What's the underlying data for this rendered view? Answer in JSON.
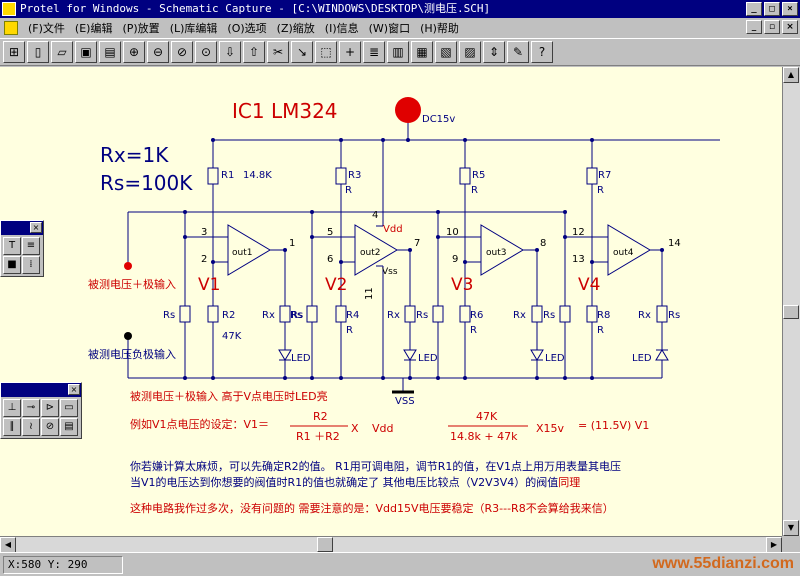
{
  "window": {
    "title": "Protel for Windows - Schematic Capture - [C:\\WINDOWS\\DESKTOP\\测电压.SCH]"
  },
  "menu": [
    {
      "label": "(F)文件"
    },
    {
      "label": "(E)编辑"
    },
    {
      "label": "(P)放置"
    },
    {
      "label": "(L)库编辑"
    },
    {
      "label": "(O)选项"
    },
    {
      "label": "(Z)缩放"
    },
    {
      "label": "(I)信息"
    },
    {
      "label": "(W)窗口"
    },
    {
      "label": "(H)帮助"
    }
  ],
  "status": {
    "coords": "X:580  Y: 290"
  },
  "watermark": "www.55dianzi.com",
  "schematic": {
    "ic_title": "IC1 LM324",
    "power_label": "DC15v",
    "rx_note": "Rx=1K",
    "rs_note": "Rs=100K",
    "vdd": "Vdd",
    "vss": "Vss",
    "vss_bottom": "VSS",
    "input_plus": "被测电压＋极输入",
    "input_minus": "被测电压负极输入",
    "r1": "R1",
    "r1_val": "14.8K",
    "r2": "R2",
    "r2_val": "47K",
    "r3": "R3",
    "r4": "R4",
    "r5": "R5",
    "r6": "R6",
    "r7": "R7",
    "r8": "R8",
    "r": "R",
    "rs": "Rs",
    "rx": "Rx",
    "led": "LED",
    "v1": "V1",
    "v2": "V2",
    "v3": "V3",
    "v4": "V4",
    "out1": "out1",
    "out2": "out2",
    "out3": "out3",
    "out4": "out4",
    "pins": [
      "3",
      "2",
      "1",
      "5",
      "6",
      "7",
      "4",
      "11",
      "10",
      "9",
      "8",
      "12",
      "13",
      "14"
    ],
    "note1": "被测电压＋极输入  高于V点电压时LED亮",
    "note2": "例如V1点电压的设定：V1＝",
    "frac_r_num": "R2",
    "frac_r_den": "R1 ＋R2",
    "times_x": "X",
    "vdd_lower": "Vdd",
    "frac_k_num": "47K",
    "frac_k_den": "14.8k  +  47k",
    "x15v": "X15v",
    "result": "= (11.5V) V1",
    "para1": "你若嫌计算太麻烦，可以先确定R2的值。  R1用可调电阻，调节R1的值，在V1点上用万用表量其电压",
    "para2a": "当V1的电压达到你想要的阀值时R1的值也就确定了  其他电压比较点（V2V3V4）的阀值",
    "para2b": "同理",
    "para3": "这种电路我作过多次，没有问题的    需要注意的是：Vdd15V电压要稳定（R3---R8不会算给我来信）"
  }
}
